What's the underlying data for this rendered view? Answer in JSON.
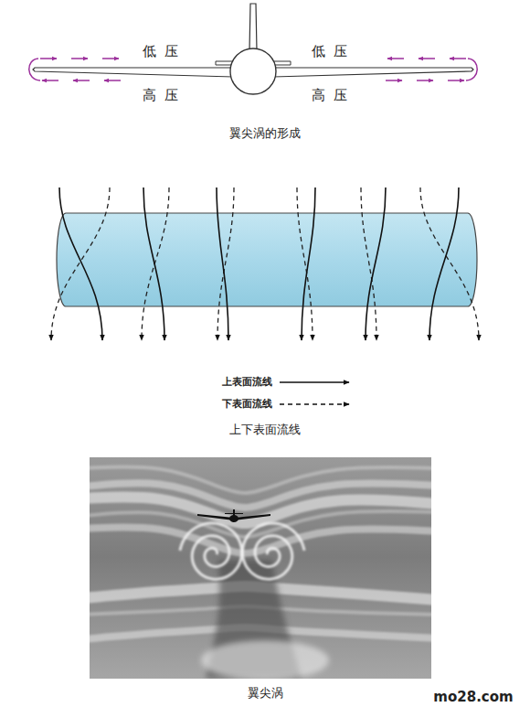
{
  "diagram": {
    "labels": [
      "低压",
      "低压",
      "高压",
      "高压",
      "翼尖涡的形成",
      "上下表面流线",
      "翼尖涡",
      "mo28.com"
    ],
    "legend": [
      {
        "text": "上表面流线"
      },
      {
        "text": "下表面流线"
      }
    ]
  }
}
